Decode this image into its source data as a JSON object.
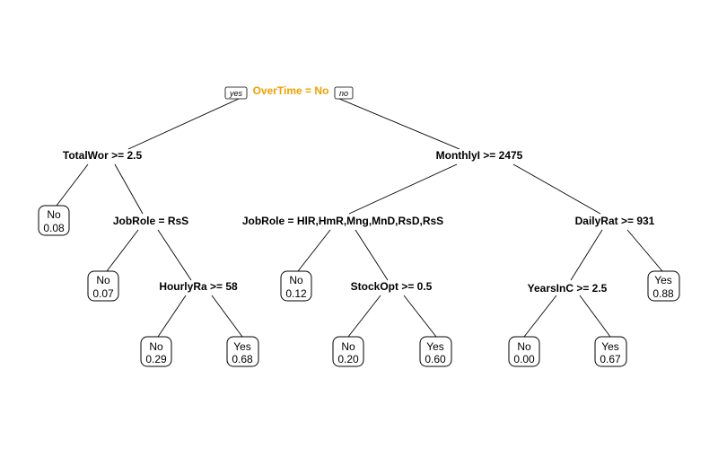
{
  "colors": {
    "root_label": "#f0a000",
    "text": "#000000",
    "background": "#ffffff"
  },
  "branch_labels": {
    "yes": "yes",
    "no": "no"
  },
  "splits": {
    "root": "OverTime = No",
    "total_wor": "TotalWor >= 2.5",
    "monthly": "MonthlyI >= 2475",
    "job_role_rss": "JobRole = RsS",
    "job_role_multi": "JobRole = HlR,HmR,Mng,MnD,RsD,RsS",
    "daily_rat": "DailyRat >= 931",
    "hourly_ra": "HourlyRa >= 58",
    "stock_opt": "StockOpt >= 0.5",
    "years_inc": "YearsInC >= 2.5"
  },
  "leaves": {
    "l1": {
      "class": "No",
      "prob": "0.08"
    },
    "l2": {
      "class": "No",
      "prob": "0.07"
    },
    "l3": {
      "class": "No",
      "prob": "0.29"
    },
    "l4": {
      "class": "Yes",
      "prob": "0.68"
    },
    "l5": {
      "class": "No",
      "prob": "0.12"
    },
    "l6": {
      "class": "No",
      "prob": "0.20"
    },
    "l7": {
      "class": "Yes",
      "prob": "0.60"
    },
    "l8": {
      "class": "No",
      "prob": "0.00"
    },
    "l9": {
      "class": "Yes",
      "prob": "0.67"
    },
    "l10": {
      "class": "Yes",
      "prob": "0.88"
    }
  }
}
